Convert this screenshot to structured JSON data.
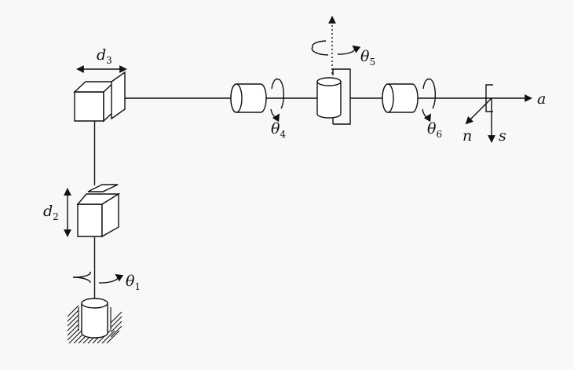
{
  "labels": {
    "d3": {
      "base": "d",
      "sub": "3"
    },
    "d2": {
      "base": "d",
      "sub": "2"
    },
    "theta1": {
      "base": "θ",
      "sub": "1"
    },
    "theta4": {
      "base": "θ",
      "sub": "4"
    },
    "theta5": {
      "base": "θ",
      "sub": "5"
    },
    "theta6": {
      "base": "θ",
      "sub": "6"
    },
    "a": "a",
    "n": "n",
    "s": "s"
  }
}
